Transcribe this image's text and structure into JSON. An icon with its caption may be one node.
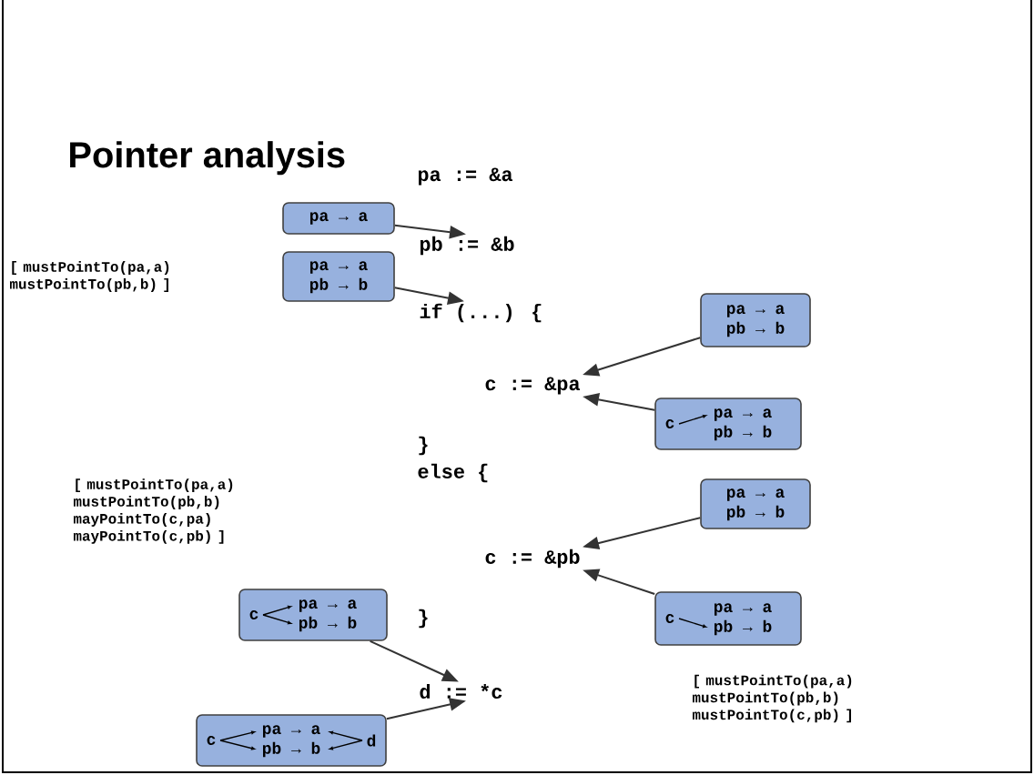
{
  "diagram": {
    "title": "Pointer analysis",
    "nodes": [
      {
        "text": [
          "pa → a"
        ]
      },
      {
        "text": [
          "pa → a",
          "pb → b"
        ]
      },
      {
        "text": [
          "pa → a",
          "pb → b"
        ]
      },
      {
        "text": [
          "c",
          "pa → a",
          "pb → b"
        ]
      },
      {
        "text": [
          "pa → a",
          "pb → b"
        ]
      },
      {
        "text": [
          "c",
          "pa → a",
          "pb → b"
        ]
      },
      {
        "text": [
          "c",
          "pa → a",
          "pb → b"
        ]
      },
      {
        "text": [
          "c",
          "pa → a",
          "pb → b",
          "d"
        ]
      },
      {
        "text": [
          "pb := &b"
        ]
      },
      {
        "text": [
          "if (...) {"
        ]
      },
      {
        "text": [
          "c := &pa"
        ]
      },
      {
        "text": [
          "c := &pb"
        ]
      },
      {
        "text": [
          "d := *c"
        ]
      }
    ],
    "edges": [
      {
        "from": 0,
        "to": 8,
        "arrow": "to"
      },
      {
        "from": 1,
        "to": 9,
        "arrow": "to"
      },
      {
        "from": 2,
        "to": 10,
        "arrow": "to"
      },
      {
        "from": 3,
        "to": 10,
        "arrow": "to"
      },
      {
        "from": 4,
        "to": 11,
        "arrow": "to"
      },
      {
        "from": 5,
        "to": 11,
        "arrow": "to"
      },
      {
        "from": 6,
        "to": 12,
        "arrow": "to"
      },
      {
        "from": 7,
        "to": 12,
        "arrow": "to"
      }
    ],
    "labels": [
      "pa := &a",
      "[ mustPointTo(pa,a) mustPointTo(pb,b) ]",
      "}",
      "else {",
      "[ mustPointTo(pa,a) mustPointTo(pb,b) mayPointTo(c,pa) mayPointTo(c,pb) ]",
      "}",
      "[ mustPointTo(pa,a) mustPointTo(pb,b) mustPointTo(c,pb) ]"
    ]
  }
}
